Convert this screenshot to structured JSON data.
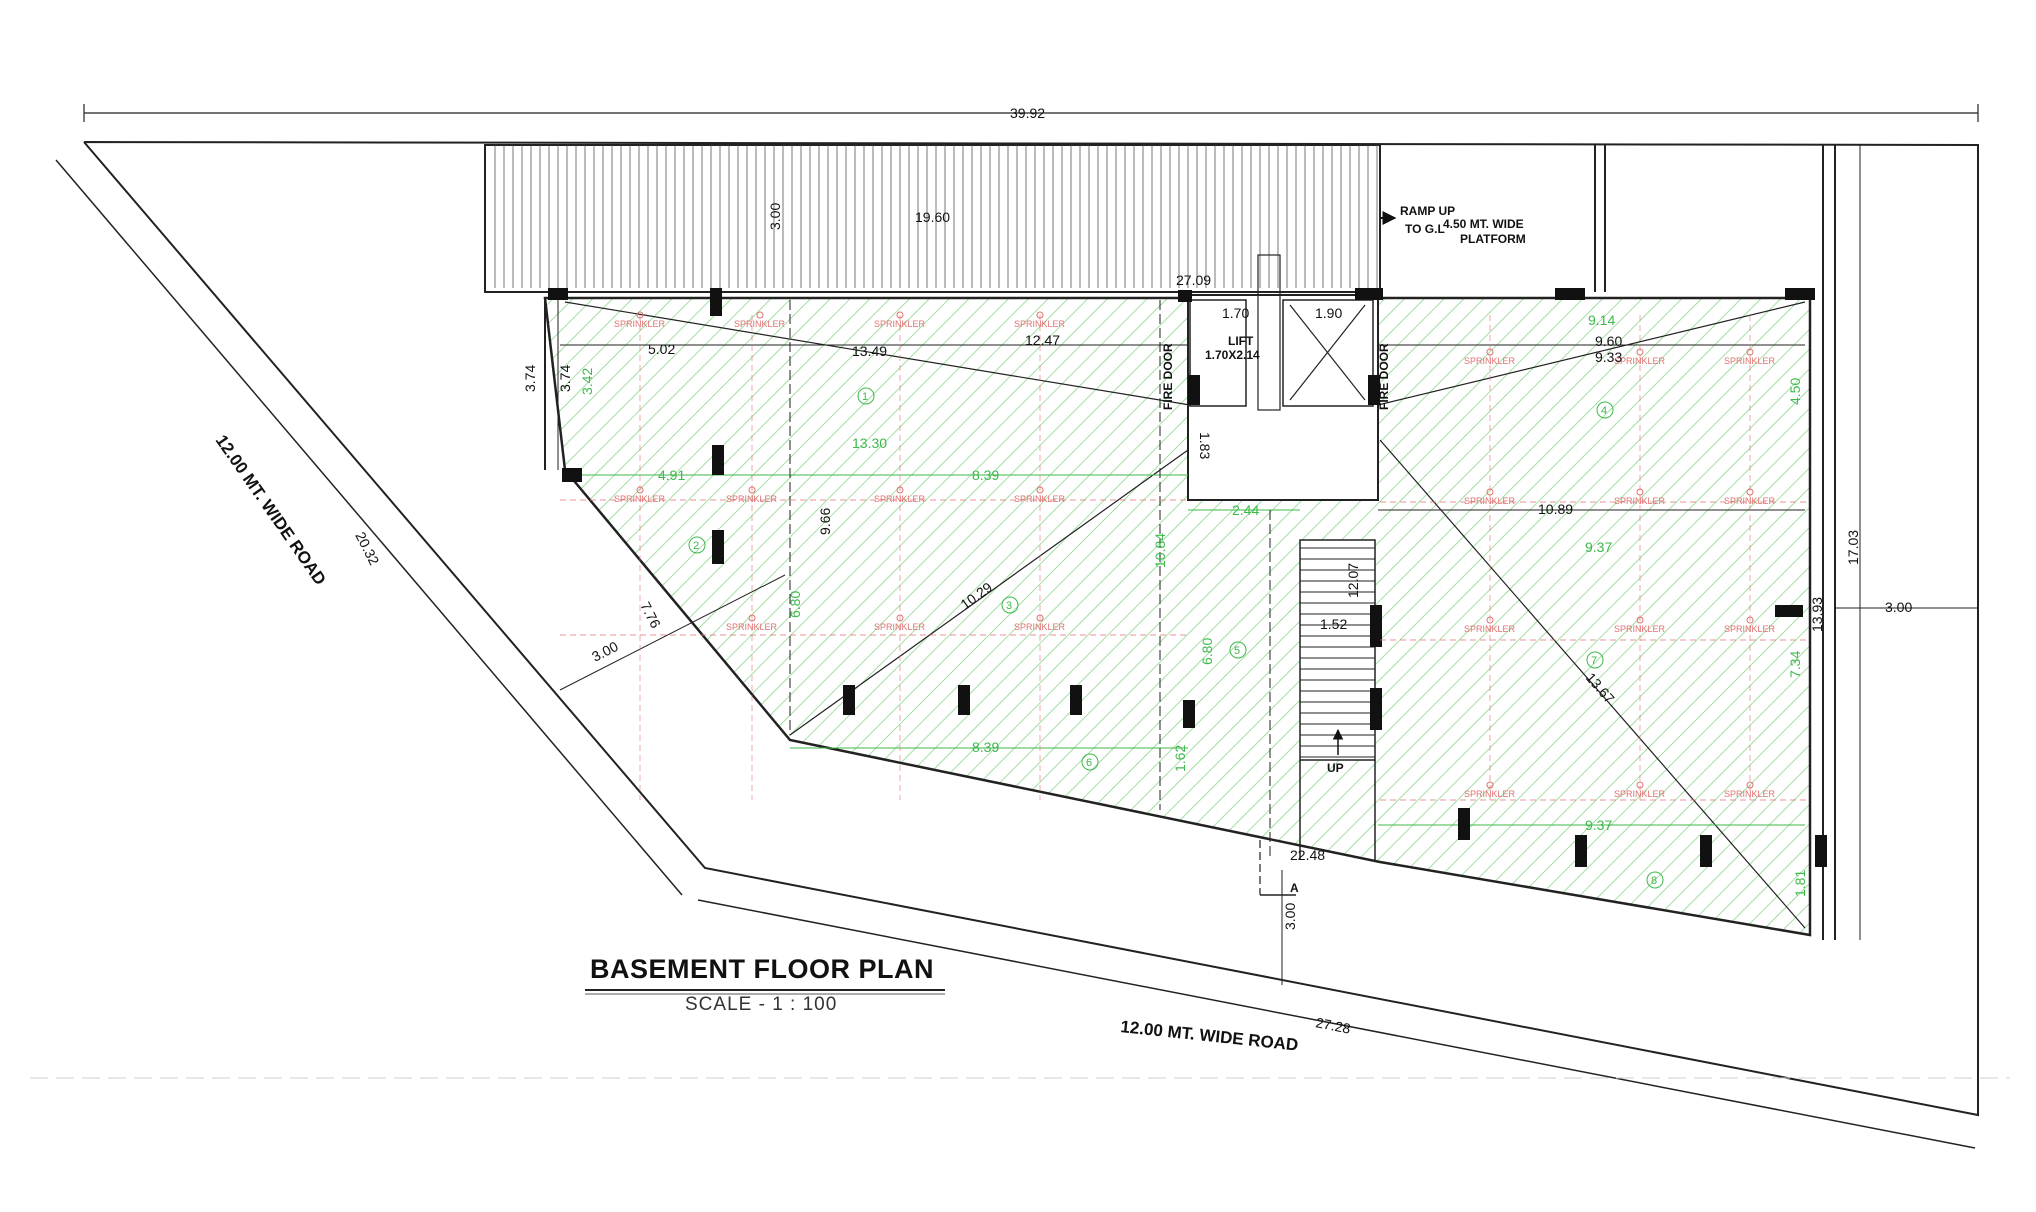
{
  "title": "BASEMENT FLOOR PLAN",
  "scale": "SCALE - 1 : 100",
  "roads": {
    "left": "12.00 MT. WIDE ROAD",
    "bottom": "12.00 MT. WIDE ROAD"
  },
  "ramp": {
    "label_line1": "RAMP UP",
    "label_line2": "TO G.L",
    "platform_line1": "4.50 MT. WIDE",
    "platform_line2": "PLATFORM"
  },
  "lift": {
    "label": "LIFT",
    "size": "1.70X2.14"
  },
  "fire_door": "FIRE DOOR",
  "stair": {
    "up": "UP"
  },
  "section_marker": "A",
  "sprinkler_label": "SPRINKLER",
  "dimensions": {
    "overall_width": "39.92",
    "ramp_length": "19.60",
    "ramp_width": "3.00",
    "d_27_09": "27.09",
    "lift_w1": "1.70",
    "lift_w2": "1.90",
    "diag_13_49": "13.49",
    "d_12_47": "12.47",
    "d_5_02": "5.02",
    "d_3_74_a": "3.74",
    "d_3_74_b": "3.74",
    "d_9_60": "9.60",
    "d_9_33": "9.33",
    "left_road_len": "20.32",
    "d_9_66": "9.66",
    "d_1_83": "1.83",
    "d_10_89": "10.89",
    "right_depth": "17.03",
    "setback_right": "3.00",
    "d_13_93": "13.93",
    "diag_10_29": "10.29",
    "d_7_76": "7.76",
    "setback_left": "3.00",
    "d_12_07": "12.07",
    "d_1_52": "1.52",
    "diag_13_67": "13.67",
    "d_22_48": "22.48",
    "setback_bottom": "3.00",
    "bottom_road_len": "27.28"
  },
  "green_dimensions": {
    "g_9_14": "9.14",
    "g_3_42": "3.42",
    "g_13_30": "13.30",
    "g_4_91": "4.91",
    "g_8_39_a": "8.39",
    "g_2_44": "2.44",
    "g_4_50": "4.50",
    "g_9_37_a": "9.37",
    "g_10_84": "10.84",
    "g_6_80_a": "6.80",
    "g_6_80_b": "6.80",
    "g_7_34": "7.34",
    "g_8_39_b": "8.39",
    "g_1_62": "1.62",
    "g_9_37_b": "9.37",
    "g_1_81": "1.81"
  },
  "zones": [
    "1",
    "2",
    "3",
    "4",
    "5",
    "6",
    "7",
    "8"
  ]
}
